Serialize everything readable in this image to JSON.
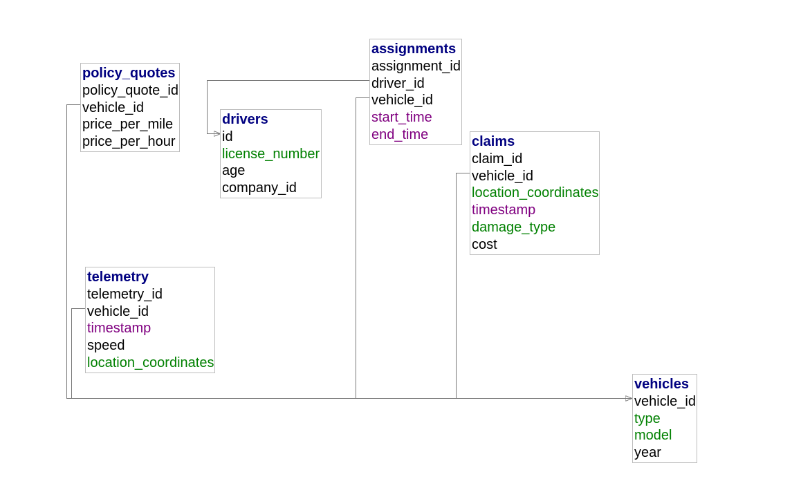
{
  "colors": {
    "title": "#000080",
    "plain": "#000000",
    "time": "#800080",
    "attribute": "#008000",
    "border": "#bdbdbd",
    "link": "#777777"
  },
  "entities": [
    {
      "key": "policy_quotes",
      "title": "policy_quotes",
      "fields": [
        {
          "name": "policy_quote_id",
          "kind": "plain"
        },
        {
          "name": "vehicle_id",
          "kind": "plain"
        },
        {
          "name": "price_per_mile",
          "kind": "plain"
        },
        {
          "name": "price_per_hour",
          "kind": "plain"
        }
      ]
    },
    {
      "key": "drivers",
      "title": "drivers",
      "fields": [
        {
          "name": "id",
          "kind": "plain"
        },
        {
          "name": "license_number",
          "kind": "attribute"
        },
        {
          "name": "age",
          "kind": "plain"
        },
        {
          "name": "company_id",
          "kind": "plain"
        }
      ]
    },
    {
      "key": "assignments",
      "title": "assignments",
      "fields": [
        {
          "name": "assignment_id",
          "kind": "plain"
        },
        {
          "name": "driver_id",
          "kind": "plain"
        },
        {
          "name": "vehicle_id",
          "kind": "plain"
        },
        {
          "name": "start_time",
          "kind": "time"
        },
        {
          "name": "end_time",
          "kind": "time"
        }
      ]
    },
    {
      "key": "claims",
      "title": "claims",
      "fields": [
        {
          "name": "claim_id",
          "kind": "plain"
        },
        {
          "name": "vehicle_id",
          "kind": "plain"
        },
        {
          "name": "location_coordinates",
          "kind": "attribute"
        },
        {
          "name": "timestamp",
          "kind": "time"
        },
        {
          "name": "damage_type",
          "kind": "attribute"
        },
        {
          "name": "cost",
          "kind": "plain"
        }
      ]
    },
    {
      "key": "telemetry",
      "title": "telemetry",
      "fields": [
        {
          "name": "telemetry_id",
          "kind": "plain"
        },
        {
          "name": "vehicle_id",
          "kind": "plain"
        },
        {
          "name": "timestamp",
          "kind": "time"
        },
        {
          "name": "speed",
          "kind": "plain"
        },
        {
          "name": "location_coordinates",
          "kind": "attribute"
        }
      ]
    },
    {
      "key": "vehicles",
      "title": "vehicles",
      "fields": [
        {
          "name": "vehicle_id",
          "kind": "plain"
        },
        {
          "name": "type",
          "kind": "attribute"
        },
        {
          "name": "model",
          "kind": "attribute"
        },
        {
          "name": "year",
          "kind": "plain"
        }
      ]
    }
  ],
  "relationships": [
    {
      "from": "assignments.driver_id",
      "to": "drivers.id"
    },
    {
      "from": "policy_quotes.vehicle_id",
      "to": "vehicles.vehicle_id"
    },
    {
      "from": "telemetry.vehicle_id",
      "to": "vehicles.vehicle_id"
    },
    {
      "from": "assignments.vehicle_id",
      "to": "vehicles.vehicle_id"
    },
    {
      "from": "claims.vehicle_id",
      "to": "vehicles.vehicle_id"
    }
  ]
}
